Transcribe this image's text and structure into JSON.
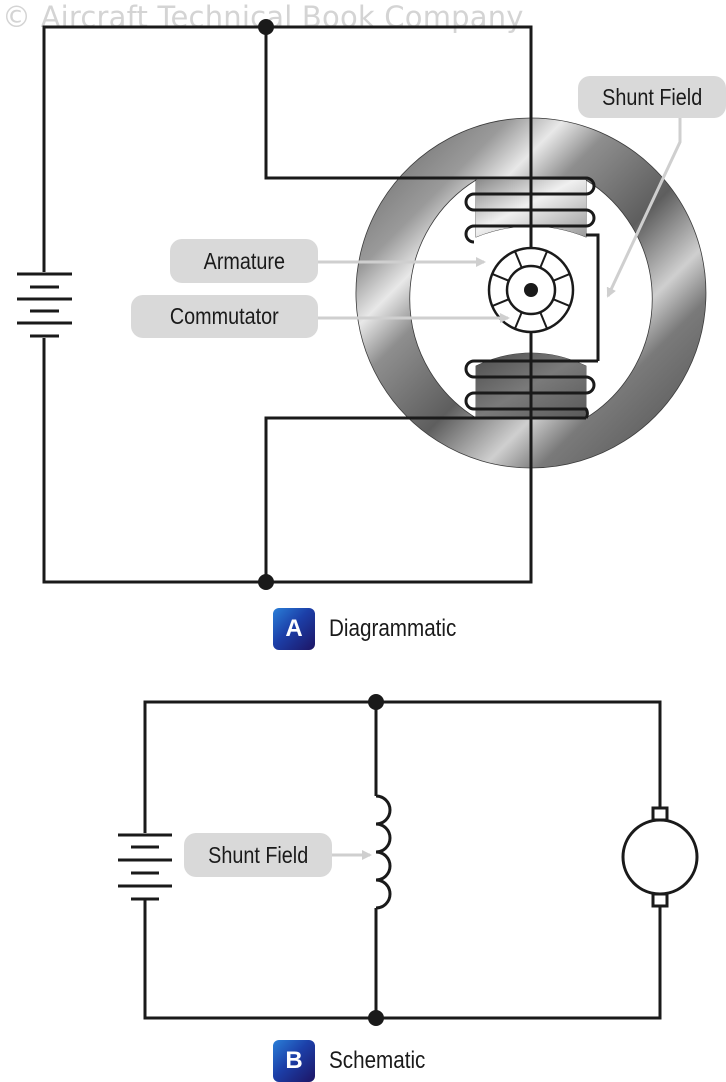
{
  "watermark": "© Aircraft Technical Book Company",
  "diagram_a": {
    "badge": "A",
    "caption": "Diagrammatic",
    "labels": {
      "shunt_field": "Shunt Field",
      "armature": "Armature",
      "commutator": "Commutator"
    }
  },
  "diagram_b": {
    "badge": "B",
    "caption": "Schematic",
    "labels": {
      "shunt_field": "Shunt Field"
    }
  },
  "colors": {
    "wire": "#1a1a1a",
    "label_bg": "#d9d9d9",
    "arrow": "#cfcfcf",
    "badge": "#1c3fa8"
  }
}
